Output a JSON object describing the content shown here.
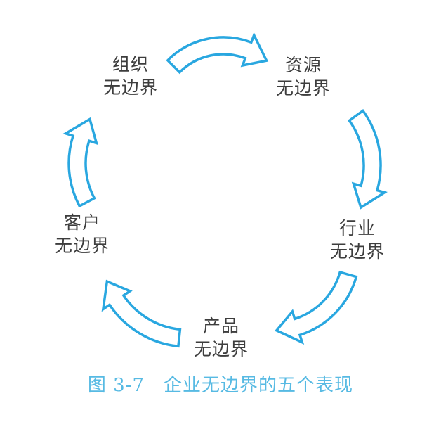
{
  "diagram": {
    "type": "cycle",
    "arrow_color": "#29a7e0",
    "text_color": "#3d3d3d",
    "nodes": [
      {
        "id": "organization",
        "line1": "组织",
        "line2": "无边界"
      },
      {
        "id": "resources",
        "line1": "资源",
        "line2": "无边界"
      },
      {
        "id": "industry",
        "line1": "行业",
        "line2": "无边界"
      },
      {
        "id": "product",
        "line1": "产品",
        "line2": "无边界"
      },
      {
        "id": "customer",
        "line1": "客户",
        "line2": "无边界"
      }
    ],
    "arrows": [
      {
        "from": "organization",
        "to": "resources"
      },
      {
        "from": "resources",
        "to": "industry"
      },
      {
        "from": "industry",
        "to": "product"
      },
      {
        "from": "product",
        "to": "customer"
      },
      {
        "from": "customer",
        "to": "organization"
      }
    ]
  },
  "caption": {
    "text": "图 3-7　企业无边界的五个表现",
    "color": "#57bae3"
  }
}
